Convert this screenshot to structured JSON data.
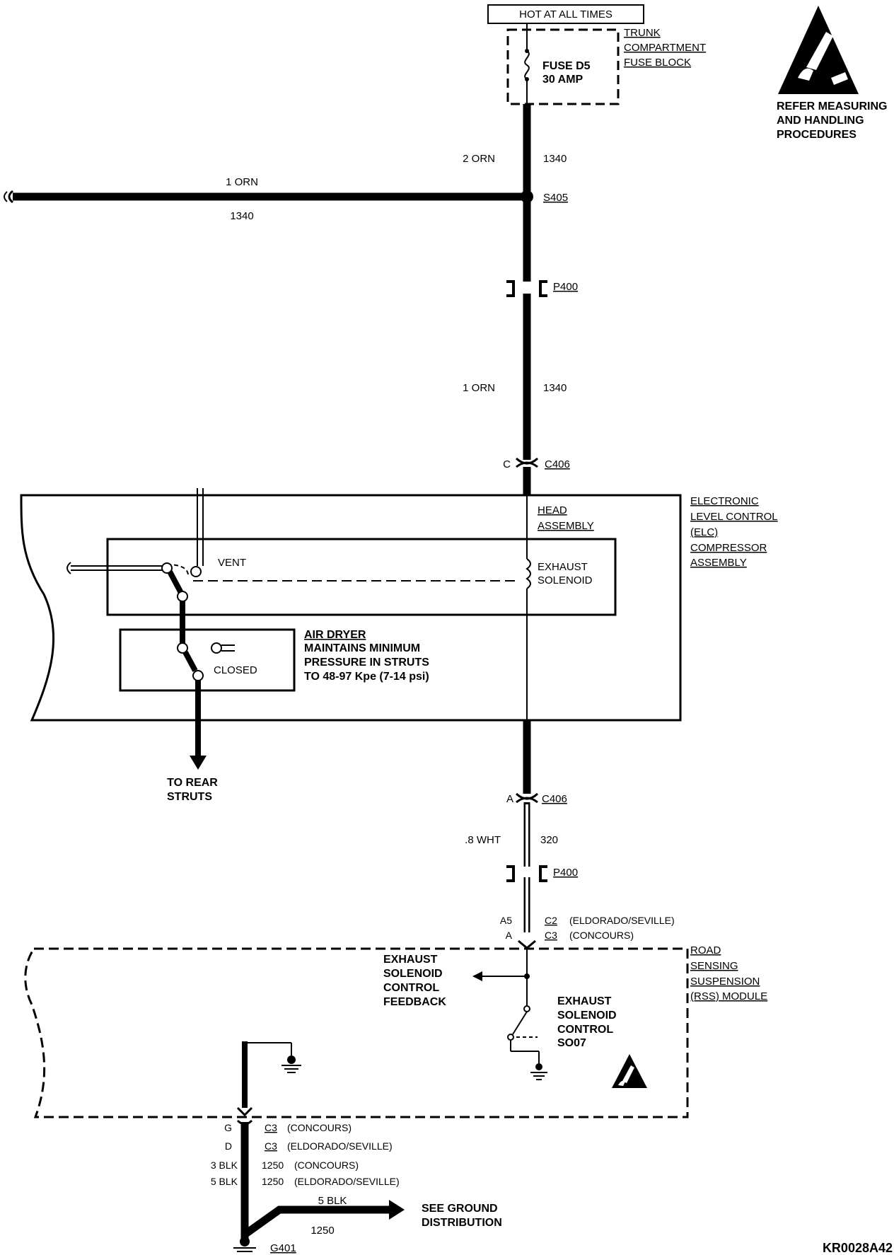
{
  "power": {
    "hot_label": "HOT AT ALL TIMES",
    "fuse_block": [
      "TRUNK",
      "COMPARTMENT",
      "FUSE BLOCK"
    ],
    "fuse_name": "FUSE D5",
    "fuse_rating": "30 AMP"
  },
  "esd_note": [
    "REFER MEASURING",
    "AND HANDLING",
    "PROCEDURES"
  ],
  "wires": {
    "w1": {
      "size_color": "2 ORN",
      "circuit": "1340"
    },
    "branch": {
      "size_color": "1 ORN",
      "circuit": "1340"
    },
    "w2": {
      "size_color": "1 ORN",
      "circuit": "1340"
    },
    "w3": {
      "size_color": ".8 WHT",
      "circuit": "320"
    },
    "ground_branch": {
      "size_color": "5 BLK",
      "circuit": "1250"
    }
  },
  "splice": "S405",
  "connectors": {
    "p400_top": "P400",
    "c406_top": {
      "pin": "C",
      "name": "C406"
    },
    "c406_bottom": {
      "pin": "A",
      "name": "C406"
    },
    "p400_bottom": "P400",
    "rss_c2": {
      "pin": "A5",
      "name": "C2",
      "note": "(ELDORADO/SEVILLE)"
    },
    "rss_c3": {
      "pin": "A",
      "name": "C3",
      "note": "(CONCOURS)"
    }
  },
  "elc": {
    "title": [
      "ELECTRONIC",
      "LEVEL CONTROL",
      "(ELC)",
      "COMPRESSOR",
      "ASSEMBLY"
    ],
    "head_assembly": [
      "HEAD",
      "ASSEMBLY"
    ],
    "vent": "VENT",
    "solenoid": [
      "EXHAUST",
      "SOLENOID"
    ],
    "closed": "CLOSED",
    "air_dryer": {
      "title": "AIR DRYER",
      "lines": [
        "MAINTAINS MINIMUM",
        "PRESSURE IN STRUTS",
        "TO 48-97 Kpe (7-14 psi)"
      ]
    },
    "to_struts": [
      "TO REAR",
      "STRUTS"
    ]
  },
  "rss": {
    "title": [
      "ROAD",
      "SENSING",
      "SUSPENSION",
      "(RSS) MODULE"
    ],
    "feedback": [
      "EXHAUST",
      "SOLENOID",
      "CONTROL",
      "FEEDBACK"
    ],
    "control": [
      "EXHAUST",
      "SOLENOID",
      "CONTROL",
      "SO07"
    ]
  },
  "ground": {
    "rows": [
      {
        "a": "G",
        "b": "C3",
        "c": "(CONCOURS)"
      },
      {
        "a": "D",
        "b": "C3",
        "c": "(ELDORADO/SEVILLE)"
      },
      {
        "a": "3 BLK",
        "b": "1250",
        "c": "(CONCOURS)"
      },
      {
        "a": "5 BLK",
        "b": "1250",
        "c": "(ELDORADO/SEVILLE)"
      }
    ],
    "see_ground": [
      "SEE GROUND",
      "DISTRIBUTION"
    ],
    "name": "G401"
  },
  "drawing_id": "KR0028A42"
}
